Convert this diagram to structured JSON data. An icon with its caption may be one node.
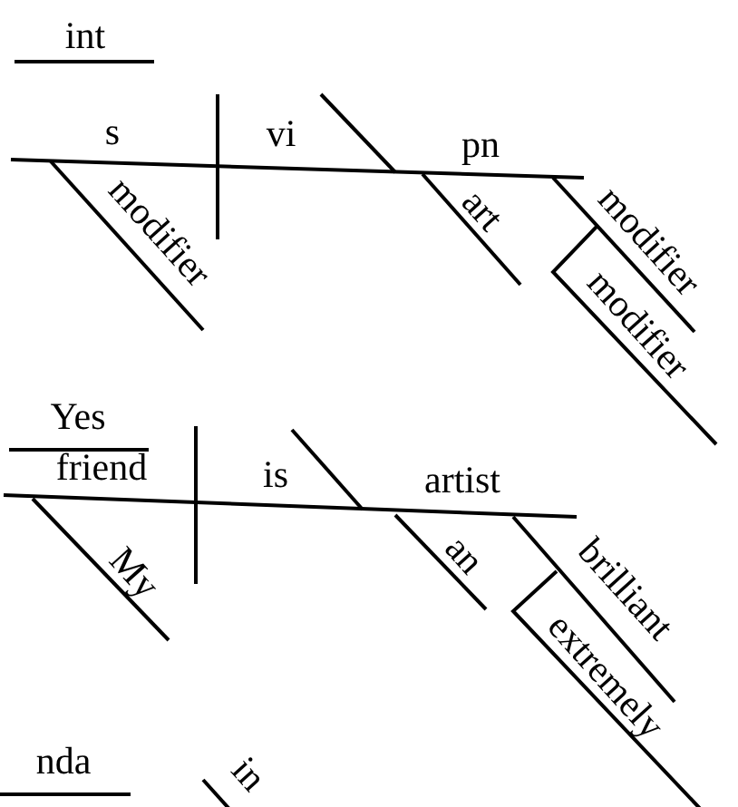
{
  "diagram": {
    "labels": [
      "int",
      "s",
      "vi",
      "pn",
      "modifier",
      "art",
      "modifier",
      "modifier",
      "Yes",
      "friend",
      "is",
      "artist",
      "My",
      "an",
      "brilliant",
      "extremely",
      "nda",
      "in"
    ]
  }
}
